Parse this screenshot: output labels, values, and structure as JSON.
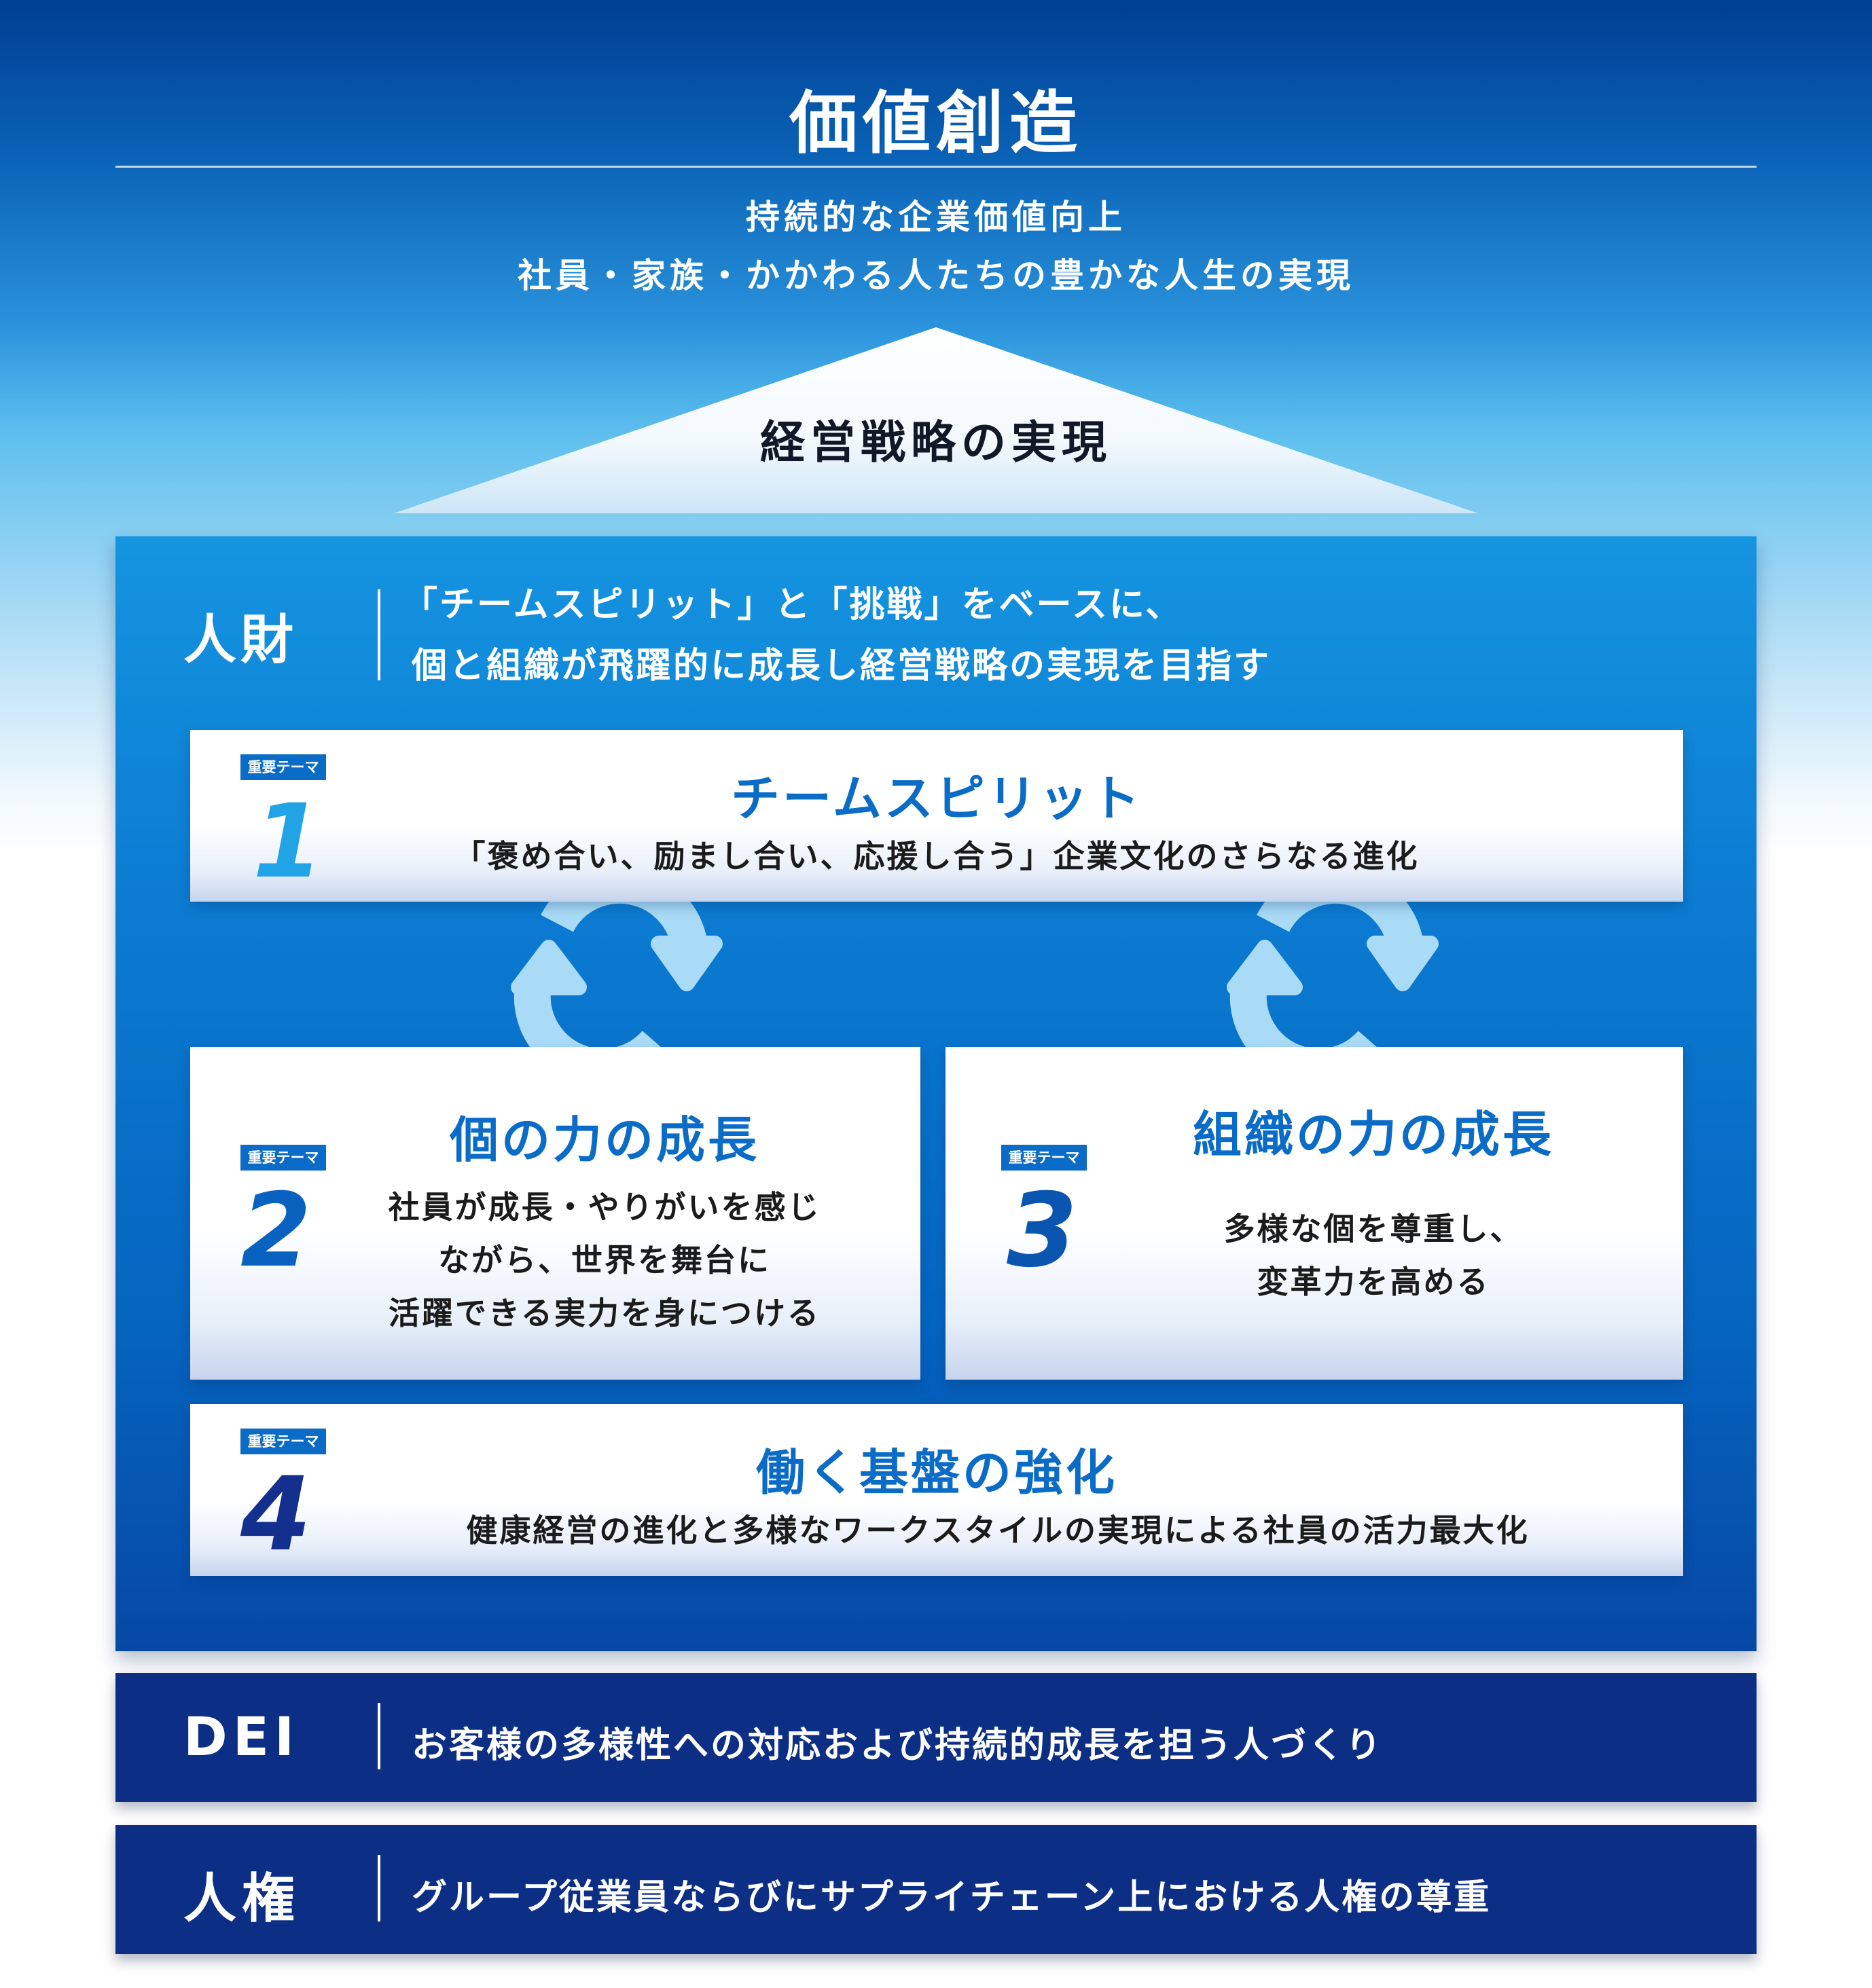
{
  "header": {
    "title": "価値創造",
    "subtitle_line1": "持続的な企業価値向上",
    "subtitle_line2": "社員・家族・かかわる人たちの豊かな人生の実現"
  },
  "roof": {
    "label": "経営戦略の実現"
  },
  "jinzai": {
    "label": "人財",
    "text_line1": "「チームスピリット」と「挑戦」をベースに、",
    "text_line2": "個と組織が飛躍的に成長し経営戦略の実現を目指す"
  },
  "themes": [
    {
      "badge": "重要テーマ",
      "number": "1",
      "title": "チームスピリット",
      "desc": [
        "「褒め合い、励まし合い、応援し合う」企業文化のさらなる進化"
      ]
    },
    {
      "badge": "重要テーマ",
      "number": "2",
      "title": "個の力の成長",
      "desc": [
        "社員が成長・やりがいを感じ",
        "ながら、世界を舞台に",
        "活躍できる実力を身につける"
      ]
    },
    {
      "badge": "重要テーマ",
      "number": "3",
      "title": "組織の力の成長",
      "desc": [
        "多様な個を尊重し、",
        "変革力を高める"
      ]
    },
    {
      "badge": "重要テーマ",
      "number": "4",
      "title": "働く基盤の強化",
      "desc": [
        "健康経営の進化と多様なワークスタイルの実現による社員の活力最大化"
      ]
    }
  ],
  "dei": {
    "label": "DEI",
    "text": "お客様の多様性への対応および持続的成長を担う人づくり"
  },
  "human_rights": {
    "label": "人権",
    "text": "グループ従業員ならびにサプライチェーン上における人権の尊重"
  },
  "colors": {
    "primary_blue": "#0a6cc6",
    "navy_band": "#0c2e85",
    "number_1": "#22a3e6",
    "number_2": "#0a62c0",
    "number_3": "#0a55b0",
    "number_4": "#14308e"
  },
  "icons": [
    "cycle-arrows-icon"
  ]
}
